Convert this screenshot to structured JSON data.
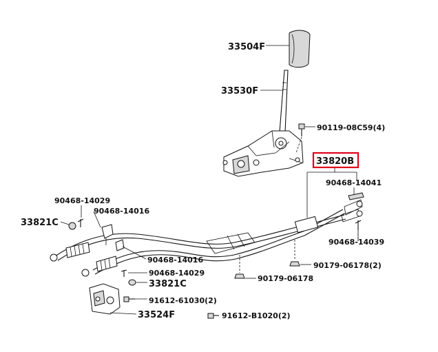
{
  "highlight_color": "#e0001a",
  "labels": {
    "knob": "33504F",
    "lever": "33530F",
    "lever_bolt": "90119-08C59(4)",
    "cable_assy": "33820B",
    "clip_top_right": "90468-14041",
    "retainer_left": "33821C",
    "clip_left_top": "90468-14029",
    "clip_left_mid": "90468-14016",
    "clip_right_lower": "90468-14039",
    "clip_center_a": "90468-14016",
    "nut_right": "90179-06178(2)",
    "clip_center_b": "90468-14029",
    "retainer_center": "33821C",
    "nut_center": "90179-06178",
    "bolt_bracket": "91612-61030(2)",
    "bracket": "33524F",
    "bolt_bottom": "91612-B1020(2)"
  }
}
